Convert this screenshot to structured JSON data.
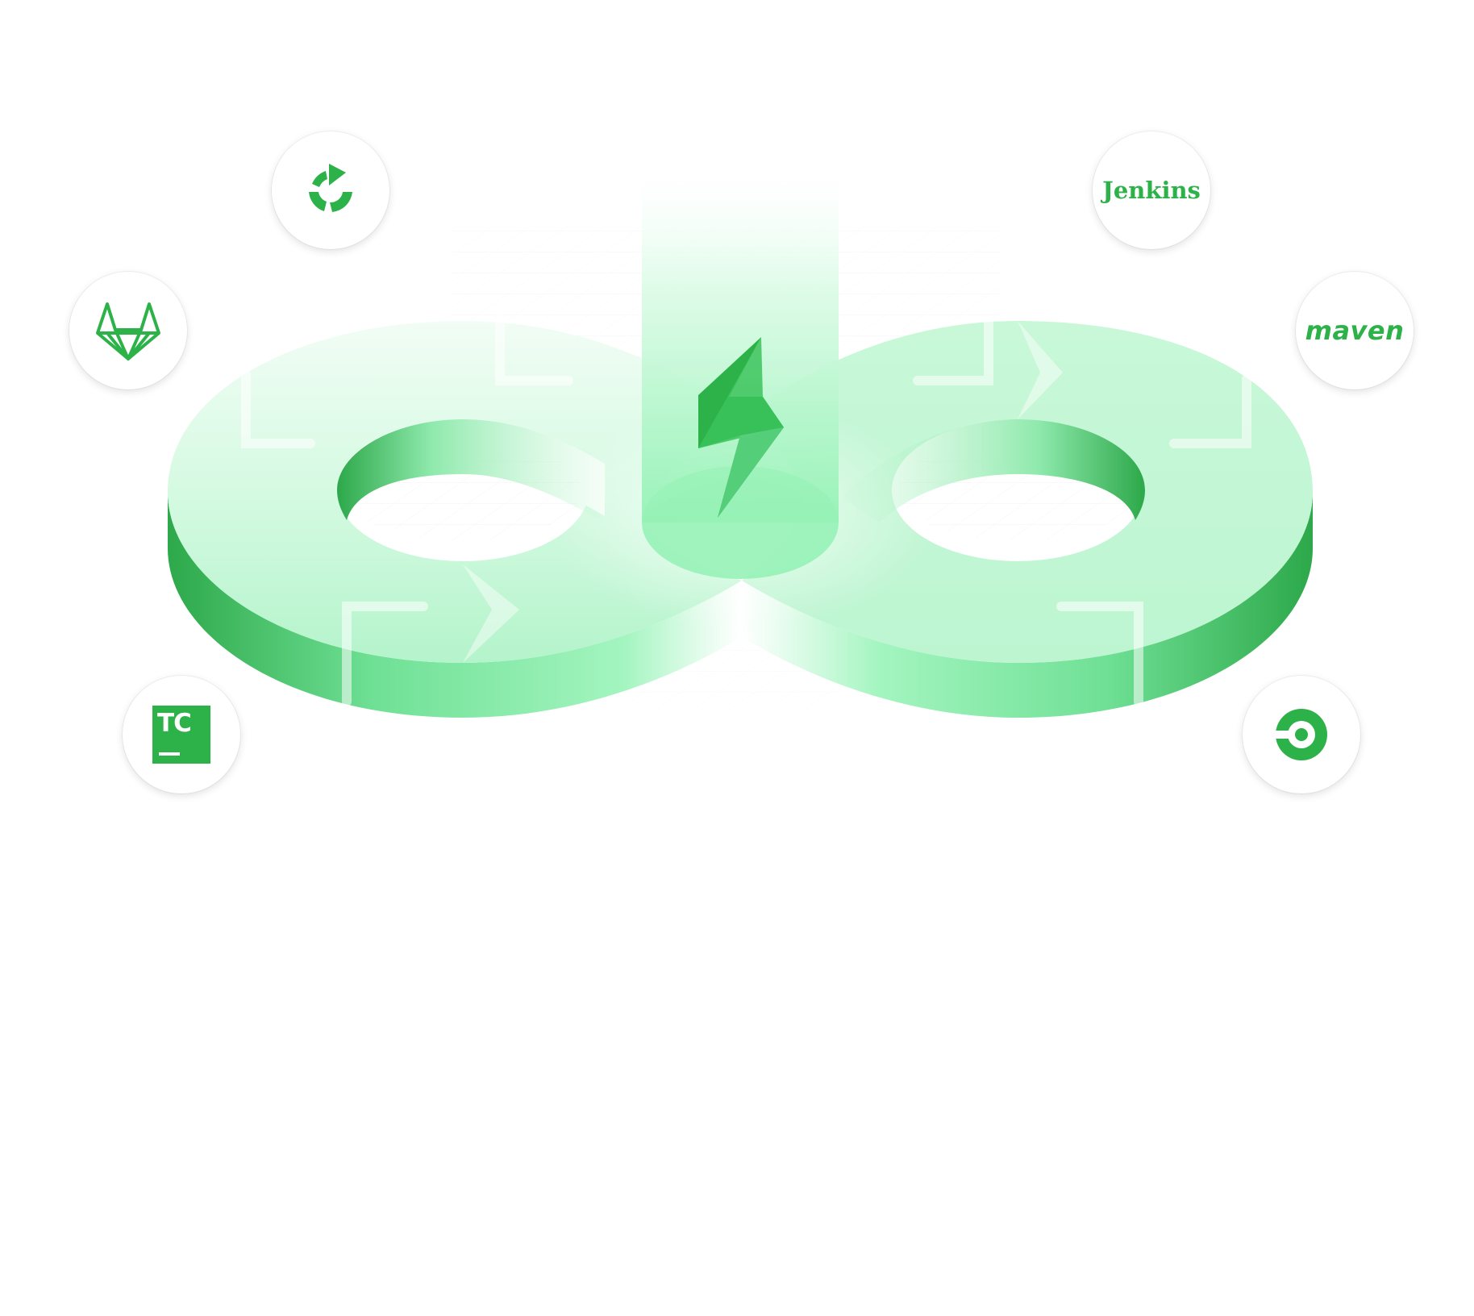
{
  "theme": {
    "brand": "#2db24a",
    "brand_dark": "#28a745",
    "band_light": "#c9f8d8",
    "band_mid": "#9df4bc"
  },
  "center": {
    "icon": "lightning-bolt-icon"
  },
  "integrations": [
    {
      "id": "circular-arrow",
      "icon": "circular-arrow-logo-icon"
    },
    {
      "id": "gitlab",
      "icon": "gitlab-fox-logo-icon"
    },
    {
      "id": "teamcity",
      "icon": "teamcity-logo-icon",
      "text": "TC"
    },
    {
      "id": "jenkins",
      "icon": "jenkins-logo-icon",
      "text": "Jenkins"
    },
    {
      "id": "maven",
      "icon": "maven-logo-icon",
      "text": "maven"
    },
    {
      "id": "circleci",
      "icon": "circleci-logo-icon"
    }
  ]
}
